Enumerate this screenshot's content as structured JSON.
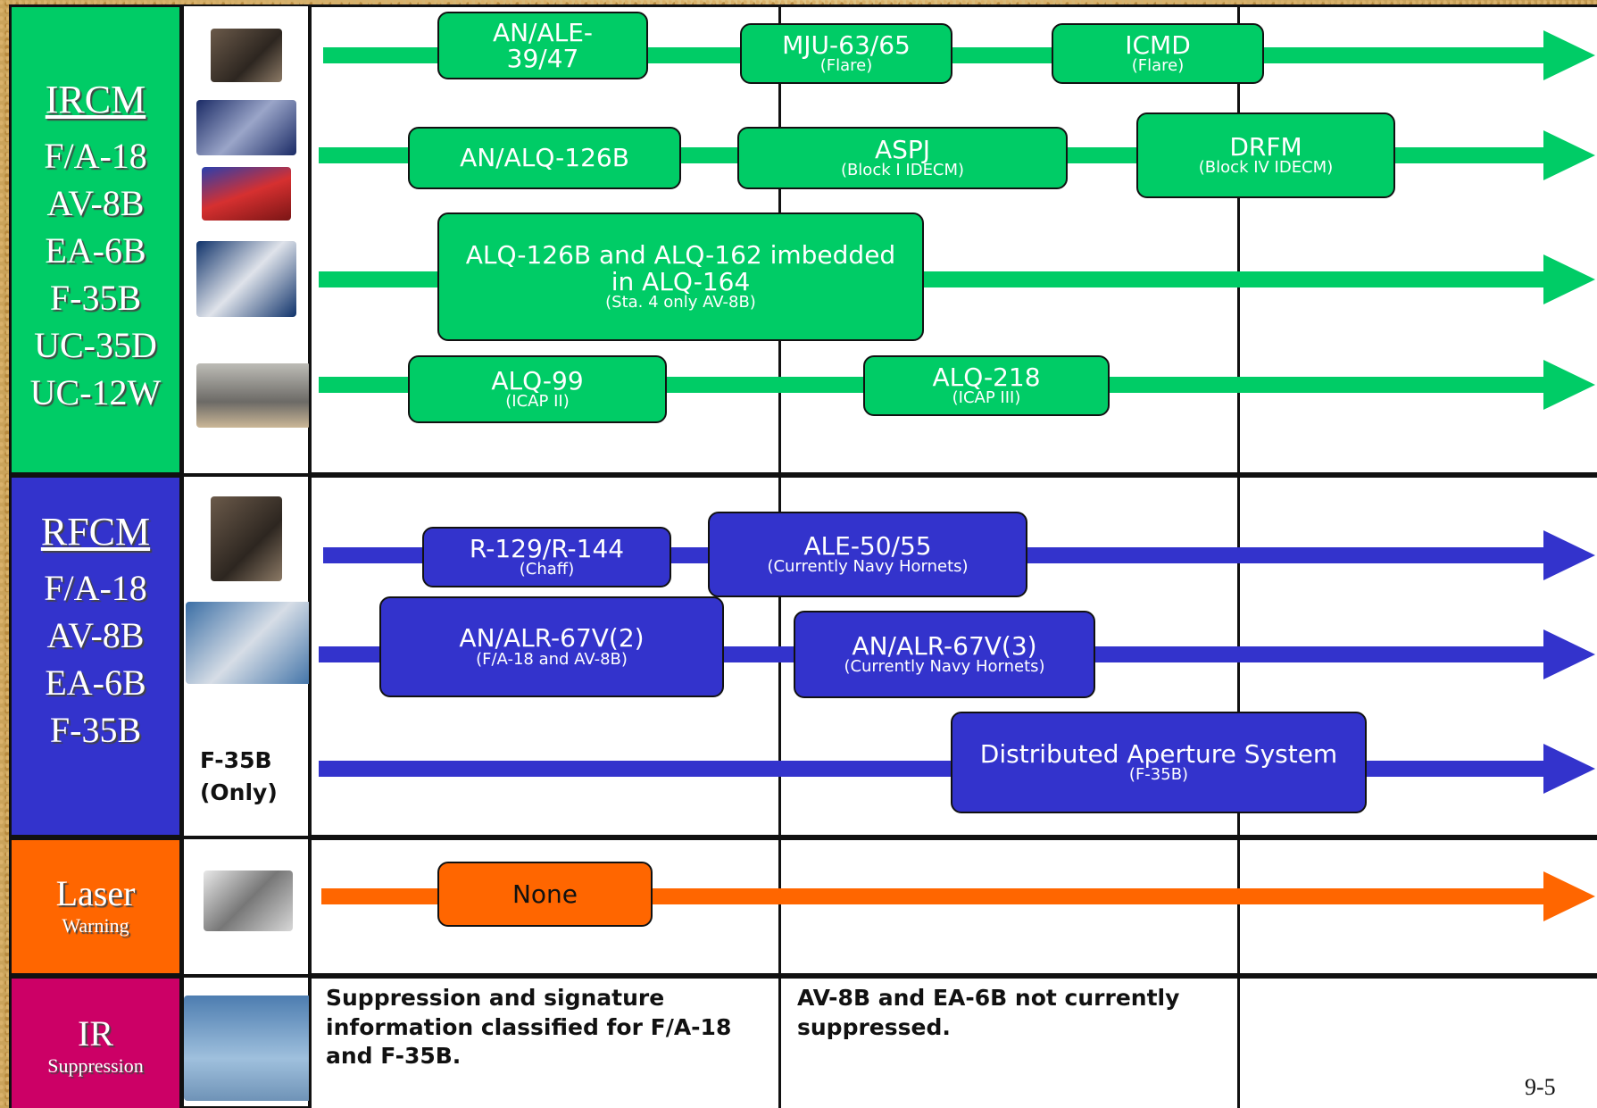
{
  "colors": {
    "green": "#00cc66",
    "blue": "#3333cc",
    "orange": "#ff6600",
    "magenta": "#cc0066",
    "grid": "#111111"
  },
  "sections": [
    {
      "id": "ircm",
      "title": "IRCM",
      "items": [
        "F/A-18",
        "AV-8B",
        "EA-6B",
        "F-35B",
        "UC-35D",
        "UC-12W"
      ]
    },
    {
      "id": "rfcm",
      "title": "RFCM",
      "items": [
        "F/A-18",
        "AV-8B",
        "EA-6B",
        "F-35B"
      ]
    },
    {
      "id": "laser",
      "title": "Laser",
      "subtitle": "Warning"
    },
    {
      "id": "ir",
      "title": "IR",
      "subtitle": "Suppression"
    }
  ],
  "boxes": {
    "ale3947": {
      "main": "AN/ALE-\n39/47"
    },
    "mju": {
      "main": "MJU-63/65",
      "sub": "(Flare)"
    },
    "icmd": {
      "main": "ICMD",
      "sub": "(Flare)"
    },
    "alq126": {
      "main": "AN/ALQ-126B"
    },
    "aspj": {
      "main": "ASPJ",
      "sub": "(Block I IDECM)"
    },
    "drfm": {
      "main": "DRFM",
      "sub": "(Block IV IDECM)"
    },
    "alq164": {
      "main": "ALQ-126B and ALQ-162 imbedded\nin ALQ-164",
      "sub": "(Sta. 4 only AV-8B)"
    },
    "alq99": {
      "main": "ALQ-99",
      "sub": "(ICAP II)"
    },
    "alq218": {
      "main": "ALQ-218",
      "sub": "(ICAP III)"
    },
    "r129": {
      "main": "R-129/R-144",
      "sub": "(Chaff)"
    },
    "ale50": {
      "main": "ALE-50/55",
      "sub": "(Currently Navy Hornets)"
    },
    "alr67v2": {
      "main": "AN/ALR-67V(2)",
      "sub": "(F/A-18 and AV-8B)"
    },
    "alr67v3": {
      "main": "AN/ALR-67V(3)",
      "sub": "(Currently Navy Hornets)"
    },
    "das": {
      "main": "Distributed Aperture System",
      "sub": "(F-35B)"
    },
    "none": {
      "main": "None"
    }
  },
  "f35b_only": "F-35B\n(Only)",
  "notes": {
    "ir_col1": "Suppression and signature information classified for F/A-18 and F-35B.",
    "ir_col2": "AV-8B and EA-6B not currently suppressed."
  },
  "page_number": "9-5"
}
